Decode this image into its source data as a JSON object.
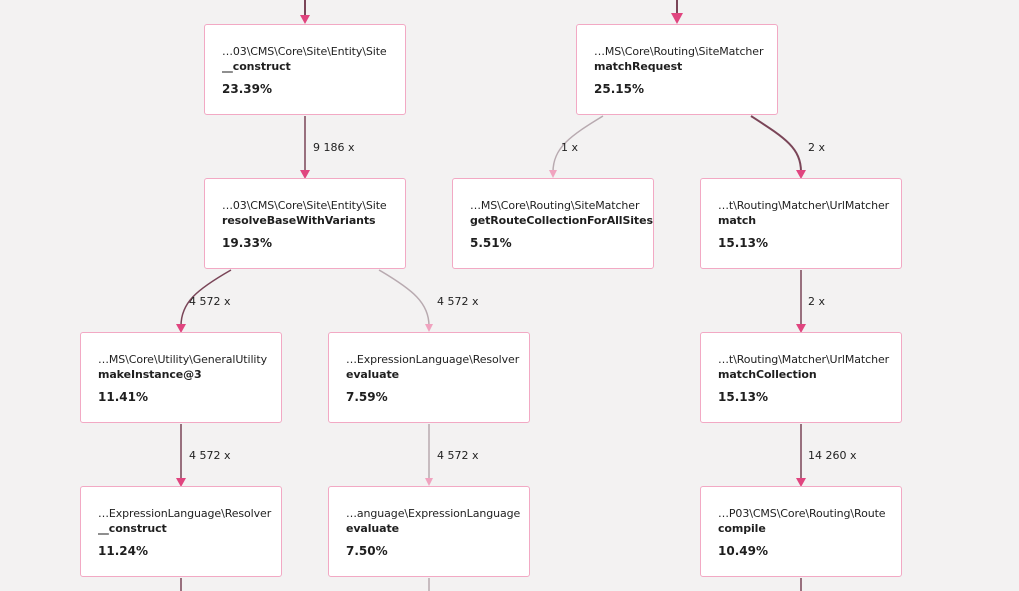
{
  "colors": {
    "background": "#f3f2f2",
    "node_border": "#f2a9c4",
    "edge_strong": "#7a4558",
    "edge_light": "#b8aab0",
    "arrow_strong": "#e0457f",
    "arrow_light": "#f0a3bf"
  },
  "nodes": [
    {
      "id": "n1",
      "ns": "…03\\CMS\\Core\\Site\\Entity\\Site",
      "fn": "__construct",
      "pct": "23.39%"
    },
    {
      "id": "n2",
      "ns": "…MS\\Core\\Routing\\SiteMatcher",
      "fn": "matchRequest",
      "pct": "25.15%"
    },
    {
      "id": "n3",
      "ns": "…03\\CMS\\Core\\Site\\Entity\\Site",
      "fn": "resolveBaseWithVariants",
      "pct": "19.33%"
    },
    {
      "id": "n4",
      "ns": "…MS\\Core\\Routing\\SiteMatcher",
      "fn": "getRouteCollectionForAllSites",
      "pct": "5.51%"
    },
    {
      "id": "n5",
      "ns": "…t\\Routing\\Matcher\\UrlMatcher",
      "fn": "match",
      "pct": "15.13%"
    },
    {
      "id": "n6",
      "ns": "…MS\\Core\\Utility\\GeneralUtility",
      "fn": "makeInstance@3",
      "pct": "11.41%"
    },
    {
      "id": "n7",
      "ns": "…ExpressionLanguage\\Resolver",
      "fn": "evaluate",
      "pct": "7.59%"
    },
    {
      "id": "n8",
      "ns": "…t\\Routing\\Matcher\\UrlMatcher",
      "fn": "matchCollection",
      "pct": "15.13%"
    },
    {
      "id": "n9",
      "ns": "…ExpressionLanguage\\Resolver",
      "fn": "__construct",
      "pct": "11.24%"
    },
    {
      "id": "n10",
      "ns": "…anguage\\ExpressionLanguage",
      "fn": "evaluate",
      "pct": "7.50%"
    },
    {
      "id": "n11",
      "ns": "…P03\\CMS\\Core\\Routing\\Route",
      "fn": "compile",
      "pct": "10.49%"
    }
  ],
  "edges": [
    {
      "id": "e1",
      "from": "n1",
      "to": "n3",
      "label": "9 186 x",
      "strength": "strong"
    },
    {
      "id": "e2",
      "from": "n2",
      "to": "n4",
      "label": "1 x",
      "strength": "light"
    },
    {
      "id": "e3",
      "from": "n2",
      "to": "n5",
      "label": "2 x",
      "strength": "strong"
    },
    {
      "id": "e4",
      "from": "n3",
      "to": "n6",
      "label": "4 572 x",
      "strength": "strong"
    },
    {
      "id": "e5",
      "from": "n3",
      "to": "n7",
      "label": "4 572 x",
      "strength": "light"
    },
    {
      "id": "e6",
      "from": "n5",
      "to": "n8",
      "label": "2 x",
      "strength": "strong"
    },
    {
      "id": "e7",
      "from": "n6",
      "to": "n9",
      "label": "4 572 x",
      "strength": "strong"
    },
    {
      "id": "e8",
      "from": "n7",
      "to": "n10",
      "label": "4 572 x",
      "strength": "light"
    },
    {
      "id": "e9",
      "from": "n8",
      "to": "n11",
      "label": "14 260 x",
      "strength": "strong"
    }
  ]
}
